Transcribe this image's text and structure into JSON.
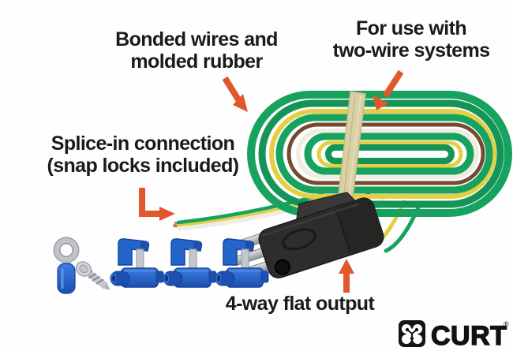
{
  "annotations": {
    "bonded": {
      "line1": "Bonded wires and",
      "line2": "molded rubber"
    },
    "two_wire": {
      "line1": "For use with",
      "line2": "two-wire systems"
    },
    "splice": {
      "line1": "Splice-in connection",
      "line2": "(snap locks included)"
    },
    "output": {
      "label": "4-way flat output"
    }
  },
  "brand": {
    "wordmark": "CURT",
    "registered": "®"
  },
  "product": {
    "parts": [
      "bonded-wire-coil",
      "wire-tie-band",
      "splice-wire-ends",
      "four-way-flat-connector",
      "ring-terminal",
      "mounting-screw",
      "snap-lock-connector-1",
      "snap-lock-connector-2",
      "snap-lock-connector-3"
    ]
  },
  "colors": {
    "arrow_orange": "#e2572b",
    "wire_green": "#17a35f",
    "wire_yellow": "#e3cf43",
    "wire_white": "#efece3",
    "wire_brown": "#774832",
    "band_tan": "#d9d0a4",
    "connector_black": "#2e2d2b",
    "snap_lock_blue": "#2465c9",
    "text_black": "#1a1a1a"
  }
}
